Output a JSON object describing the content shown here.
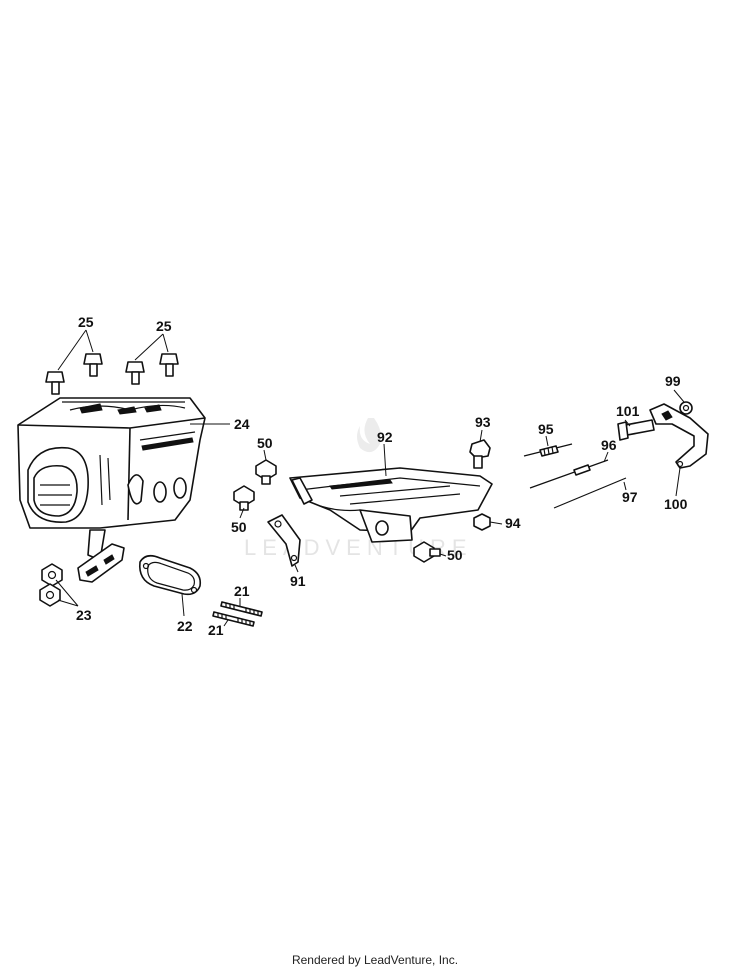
{
  "callouts": {
    "c21a": "21",
    "c21b": "21",
    "c22": "22",
    "c23": "23",
    "c24": "24",
    "c25a": "25",
    "c25b": "25",
    "c50a": "50",
    "c50b": "50",
    "c50c": "50",
    "c91": "91",
    "c92": "92",
    "c93": "93",
    "c94": "94",
    "c95": "95",
    "c96": "96",
    "c97": "97",
    "c99": "99",
    "c100": "100",
    "c101": "101"
  },
  "watermark": "LEADVENTURE",
  "footer": "Rendered by LeadVenture, Inc.",
  "colors": {
    "line": "#111111",
    "watermark": "#e4e4e4",
    "background": "#ffffff"
  }
}
